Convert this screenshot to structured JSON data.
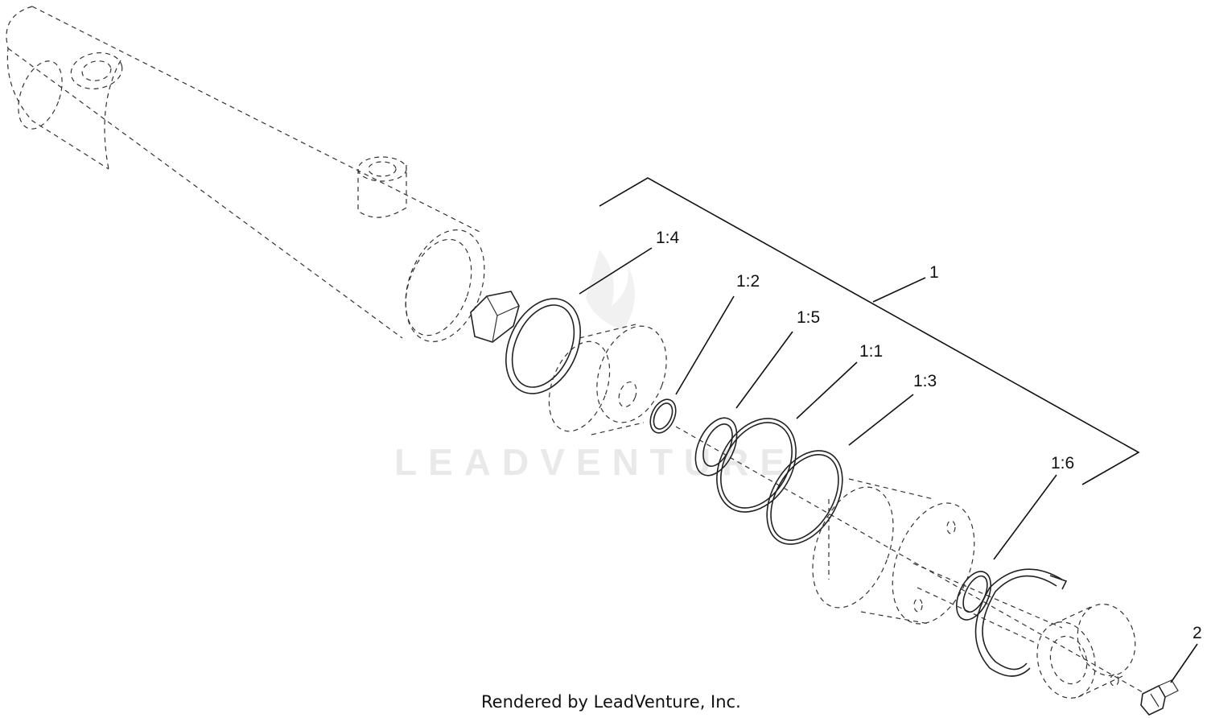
{
  "watermark": "LEADVENTURE",
  "credit": "Rendered by LeadVenture, Inc.",
  "callouts": {
    "c1": "1",
    "c1_4": "1:4",
    "c1_2": "1:2",
    "c1_5": "1:5",
    "c1_1": "1:1",
    "c1_3": "1:3",
    "c1_6": "1:6",
    "c2": "2"
  }
}
